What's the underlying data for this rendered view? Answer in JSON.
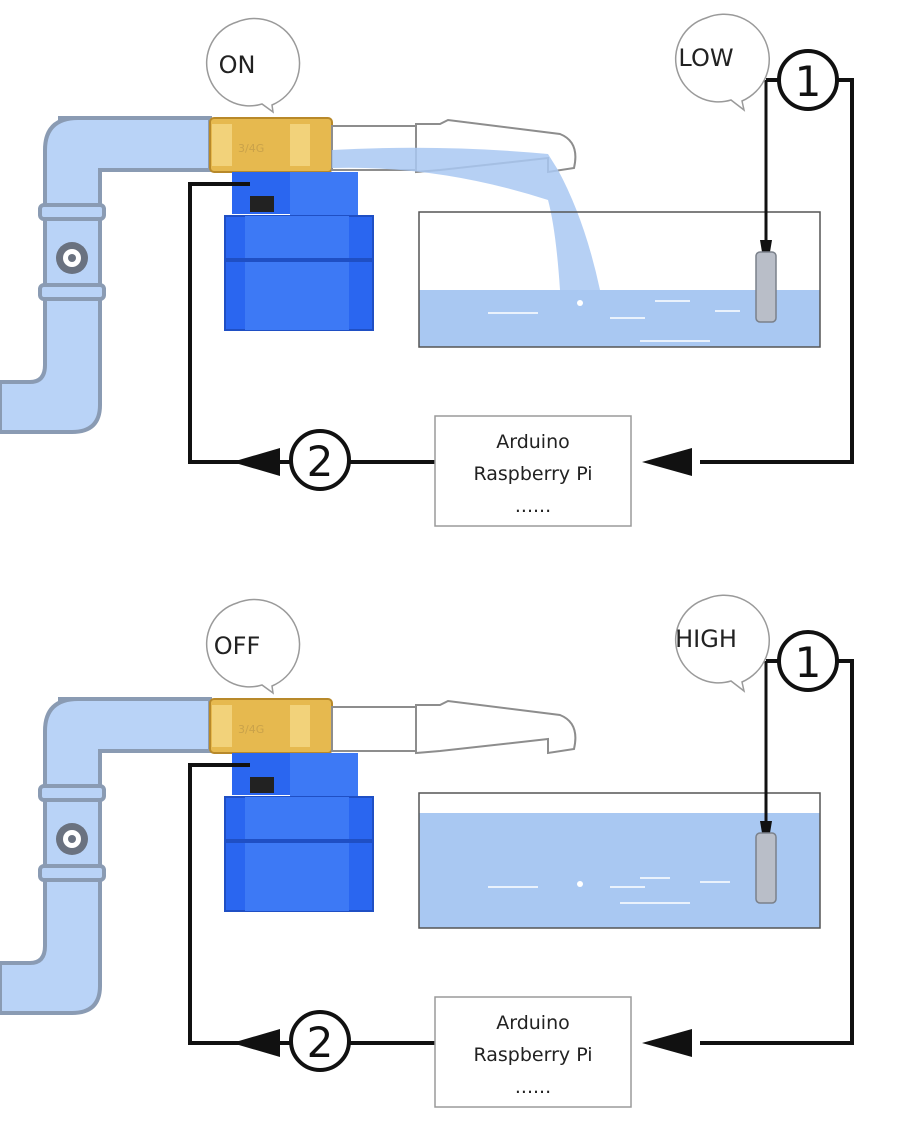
{
  "colors": {
    "pipe": "#b9d3f7",
    "pipe_stroke": "#8a9bb3",
    "water": "#a9c8f2",
    "brass": "#e6b94f",
    "valve_motor": "#2a66f0",
    "wire": "#111111"
  },
  "icons": {
    "meter": "water-meter-icon",
    "valve": "ball-valve-icon",
    "sensor": "level-sensor-icon",
    "faucet": "faucet-icon"
  },
  "panels": [
    {
      "valve_state": "ON",
      "water_level": "LOW",
      "water_fill_fraction": 0.42,
      "water_flowing": true,
      "valve_mark": "3/4G",
      "wire1_label": "1",
      "wire2_label": "2",
      "controller": {
        "line1": "Arduino",
        "line2": "Raspberry Pi",
        "line3": "......"
      }
    },
    {
      "valve_state": "OFF",
      "water_level": "HIGH",
      "water_fill_fraction": 0.85,
      "water_flowing": false,
      "valve_mark": "3/4G",
      "wire1_label": "1",
      "wire2_label": "2",
      "controller": {
        "line1": "Arduino",
        "line2": "Raspberry Pi",
        "line3": "......"
      }
    }
  ]
}
